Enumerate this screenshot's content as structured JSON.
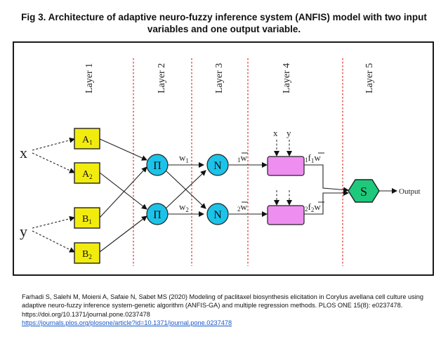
{
  "title_line1": "Fig 3. Architecture of adaptive neuro-fuzzy inference system (ANFIS) model with two input",
  "title_line2": "variables and one output variable.",
  "layers": [
    "Layer 1",
    "Layer 2",
    "Layer 3",
    "Layer 4",
    "Layer 5"
  ],
  "inputs": {
    "x": "x",
    "y": "y"
  },
  "layer1_nodes": [
    {
      "main": "A",
      "sub": "1"
    },
    {
      "main": "A",
      "sub": "2"
    },
    {
      "main": "B",
      "sub": "1"
    },
    {
      "main": "B",
      "sub": "2"
    }
  ],
  "product_label": "Π",
  "weights": [
    {
      "main": "w",
      "sub": "1"
    },
    {
      "main": "w",
      "sub": "2"
    }
  ],
  "norm_label": "N",
  "norm_weights": [
    {
      "pre": "1",
      "main": "w"
    },
    {
      "pre": "2",
      "main": "w"
    }
  ],
  "layer4_inputs": {
    "x": "x",
    "y": "y"
  },
  "consequents": [
    {
      "pre": "1",
      "f": "f",
      "fsub": "1",
      "w": "w"
    },
    {
      "pre": "2",
      "f": "f",
      "fsub": "2",
      "w": "w"
    }
  ],
  "sum_label": "S",
  "output_label": "Output",
  "citation_text": "Farhadi S, Salehi M, Moieni A, Safaie N, Sabet MS (2020) Modeling of paclitaxel biosynthesis elicitation in Corylus avellana cell culture using adaptive neuro-fuzzy inference system-genetic algorithm (ANFIS-GA) and multiple regression methods. PLOS ONE 15(8): e0237478. https://doi.org/10.1371/journal.pone.0237478",
  "citation_link": "https://journals.plos.org/plosone/article?id=10.1371/journal.pone.0237478",
  "colors": {
    "layer1_fill": "#f2ec0e",
    "circle_fill": "#1cc3e9",
    "layer4_fill": "#ee8ef0",
    "sum_fill": "#1ec97c",
    "divider": "#e23a3a"
  }
}
